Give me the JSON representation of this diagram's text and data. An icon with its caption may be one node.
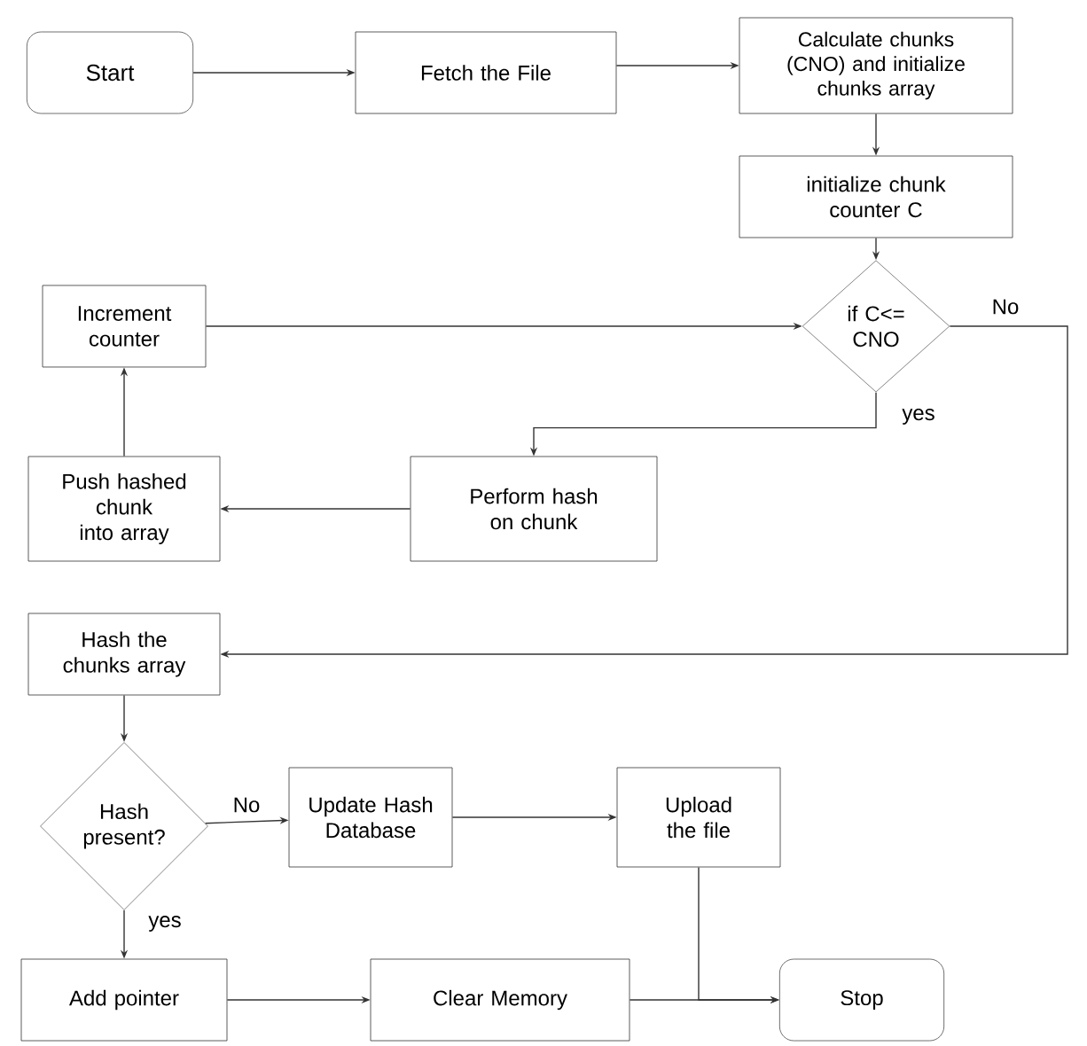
{
  "diagram": {
    "nodes": [
      {
        "text": [
          "Start"
        ]
      },
      {
        "text": [
          "Fetch the File"
        ]
      },
      {
        "text": [
          "Calculate chunks (CNO) and initialize chunks array"
        ]
      },
      {
        "text": [
          "initialize chunk counter C"
        ]
      },
      {
        "text": [
          "if C<= CNO"
        ]
      },
      {
        "text": [
          "Increment counter"
        ]
      },
      {
        "text": [
          "Perform hash on chunk"
        ]
      },
      {
        "text": [
          "Push hashed chunk into array"
        ]
      },
      {
        "text": [
          "Hash the chunks array"
        ]
      },
      {
        "text": [
          "Hash present?"
        ]
      },
      {
        "text": [
          "Update Hash Database"
        ]
      },
      {
        "text": [
          "Upload the file"
        ]
      },
      {
        "text": [
          "Add pointer"
        ]
      },
      {
        "text": [
          "Clear Memory"
        ]
      },
      {
        "text": [
          "Stop"
        ]
      }
    ],
    "edges": [
      {
        "from": 0,
        "to": 1,
        "arrow": "to"
      },
      {
        "from": 1,
        "to": 2,
        "arrow": "to"
      },
      {
        "from": 2,
        "to": 3,
        "arrow": "to"
      },
      {
        "from": 3,
        "to": 4,
        "arrow": "to"
      },
      {
        "from": 5,
        "to": 4,
        "arrow": "to"
      },
      {
        "from": 4,
        "to": 6,
        "arrow": "to",
        "label": "yes"
      },
      {
        "from": 6,
        "to": 7,
        "arrow": "to"
      },
      {
        "from": 7,
        "to": 5,
        "arrow": "to"
      },
      {
        "from": 4,
        "to": 8,
        "arrow": "to",
        "label": "No"
      },
      {
        "from": 8,
        "to": 9,
        "arrow": "to"
      },
      {
        "from": 9,
        "to": 10,
        "arrow": "to",
        "label": "No"
      },
      {
        "from": 9,
        "to": 12,
        "arrow": "to",
        "label": "yes"
      },
      {
        "from": 10,
        "to": 11,
        "arrow": "to"
      },
      {
        "from": 12,
        "to": 13,
        "arrow": "to"
      },
      {
        "from": 13,
        "to": 14,
        "arrow": "to"
      },
      {
        "from": 11,
        "to": 14,
        "arrow": "to"
      }
    ]
  }
}
